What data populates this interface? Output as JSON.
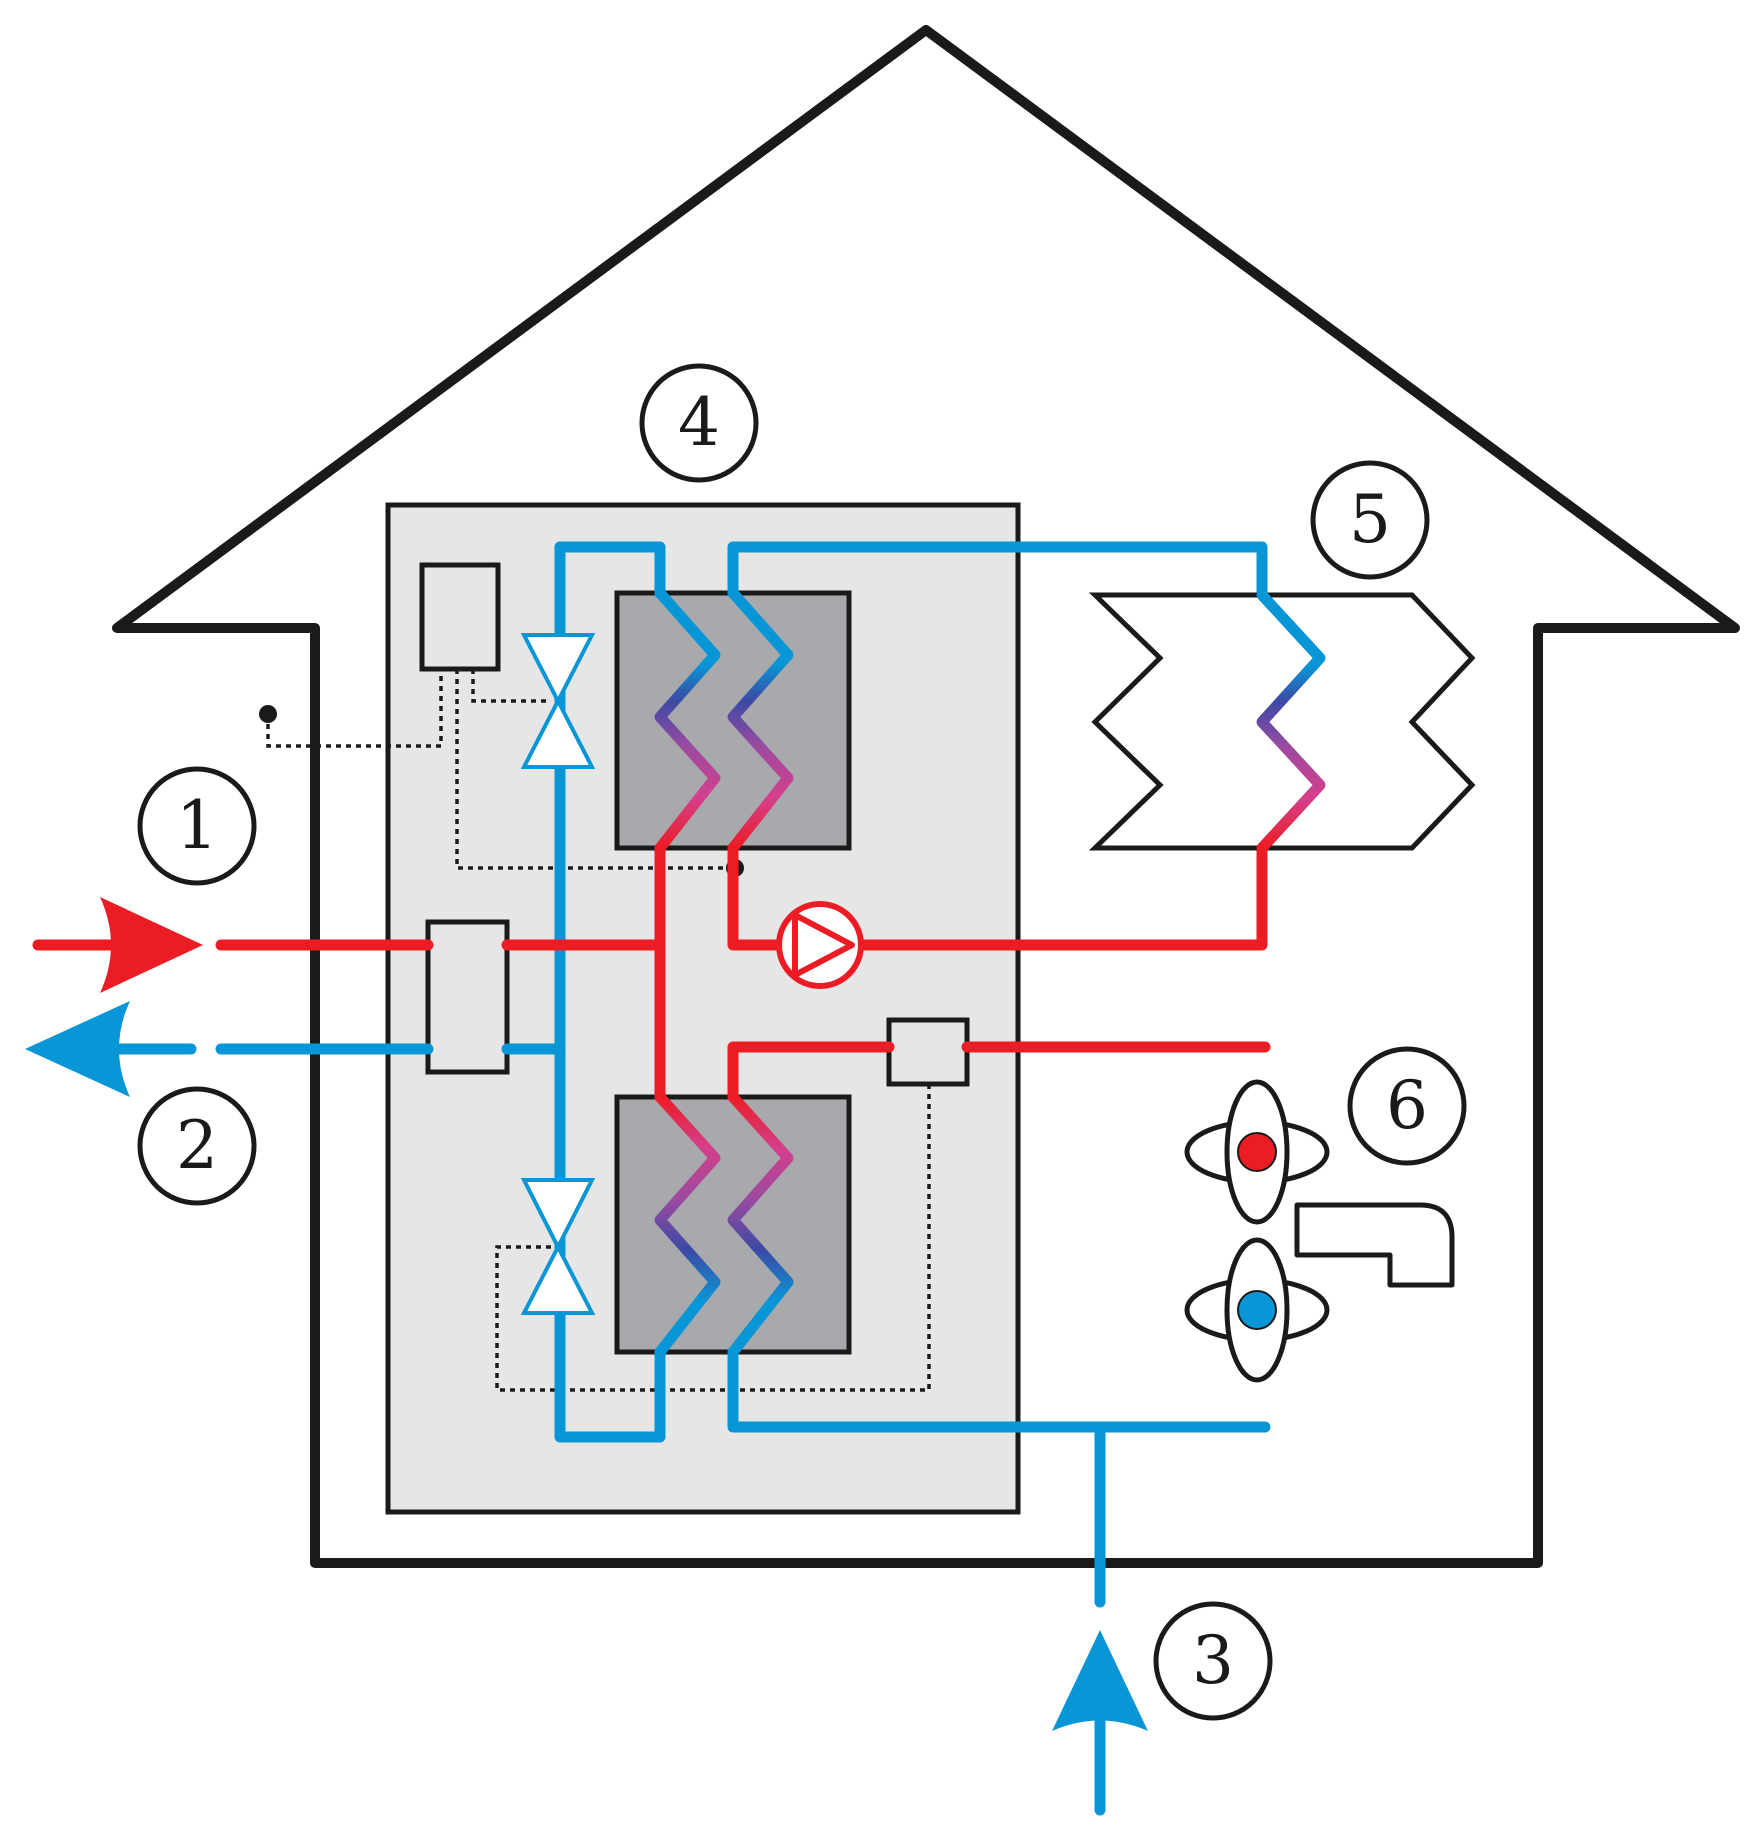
{
  "labels": {
    "district_heating_supply": "1",
    "district_heating_return": "2",
    "cold_water_inlet": "3",
    "substation_unit": "4",
    "space_heating_radiator": "5",
    "hot_water_tap": "6"
  },
  "colors": {
    "hot": "#ec1c24",
    "cold": "#0996d6",
    "gradient_mid_dark": "#3b4aa5",
    "gradient_mid_purple": "#9b4aa0",
    "gradient_mid_pink": "#d53f8c",
    "unit_fill": "#e6e6e6",
    "exchanger_fill": "#a7a9ac",
    "outline": "#1a1a1a"
  }
}
